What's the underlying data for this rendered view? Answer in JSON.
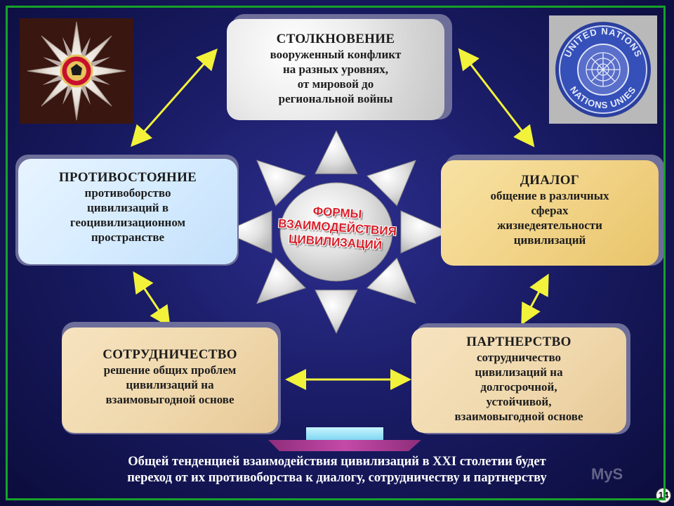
{
  "center": {
    "line1": "ФОРМЫ",
    "line2": "ВЗАИМОДЕЙСТВИЯ",
    "line3": "ЦИВИЛИЗАЦИЙ"
  },
  "boxes": {
    "top": {
      "title": "СТОЛКНОВЕНИЕ",
      "lines": [
        "вооруженный конфликт",
        "на разных уровнях,",
        "от мировой до",
        "региональной войны"
      ]
    },
    "left": {
      "title": "ПРОТИВОСТОЯНИЕ",
      "lines": [
        "противоборство",
        "цивилизаций в",
        "геоцивилизационном",
        "пространстве"
      ]
    },
    "right": {
      "title": "ДИАЛОГ",
      "lines": [
        "общение в различных",
        "сферах",
        "жизнедеятельности",
        "цивилизаций"
      ]
    },
    "bottom_left": {
      "title": "СОТРУДНИЧЕСТВО",
      "lines": [
        "решение общих проблем",
        "цивилизаций на",
        "взаимовыгодной основе"
      ]
    },
    "bottom_right": {
      "title": "ПАРТНЕРСТВО",
      "lines": [
        "сотрудничество",
        "цивилизаций на",
        "долгосрочной,",
        "устойчивой,",
        "взаимовыгодной основе"
      ]
    }
  },
  "emblems": {
    "un_top": "UNITED NATIONS",
    "un_bottom": "NATIONS UNIES"
  },
  "conclusion": {
    "line1": "Общей тенденцией взаимодействия цивилизаций в XXI столетии будет",
    "line2": "переход от их противоборства к диалогу, сотрудничеству и партнерству"
  },
  "page_number": "14",
  "watermark": "MyS",
  "colors": {
    "background": "#1a1c66",
    "frame": "#16a12a",
    "arrow": "#f2f23a",
    "center_text": "#d8202a"
  }
}
